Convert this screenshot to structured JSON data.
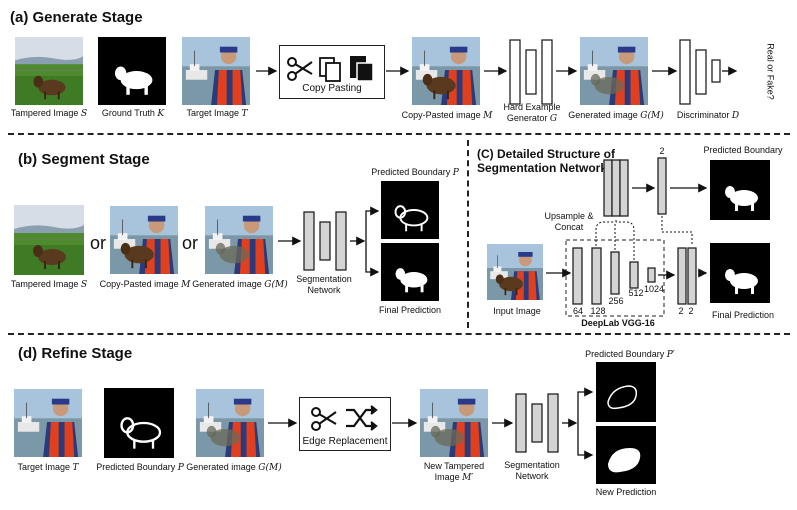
{
  "sections": {
    "a": {
      "title": "(a) Generate Stage"
    },
    "b": {
      "title": "(b) Segment Stage"
    },
    "c": {
      "title_line1": "(C) Detailed Structure of",
      "title_line2": "Segmentation Network"
    },
    "d": {
      "title": "(d) Refine Stage"
    }
  },
  "a": {
    "tampered": {
      "text": "Tampered Image ",
      "sym": "S"
    },
    "ground_truth": {
      "text": "Ground Truth ",
      "sym": "K"
    },
    "target": {
      "text": "Target Image ",
      "sym": "T"
    },
    "copy_pasting": "Copy Pasting",
    "copy_pasted": {
      "text": "Copy-Pasted image ",
      "sym": "M"
    },
    "hard_example_line1": "Hard Example",
    "hard_example_line2": "Generator ",
    "hard_example_sym": "G",
    "generated": {
      "text": "Generated image ",
      "sym": "G(M)"
    },
    "discriminator": {
      "text": "Discriminator ",
      "sym": "D"
    },
    "real_or_fake": "Real or Fake?"
  },
  "b": {
    "tampered": {
      "text": "Tampered Image ",
      "sym": "S"
    },
    "or1": "or",
    "or2": "or",
    "copy_pasted": {
      "text": "Copy-Pasted image ",
      "sym": "M"
    },
    "generated": {
      "text": "Generated image ",
      "sym": "G(M)"
    },
    "seg_net_line1": "Segmentation",
    "seg_net_line2": "Network",
    "predicted_boundary": {
      "text": "Predicted Boundary ",
      "sym": "P"
    },
    "final_prediction": "Final Prediction"
  },
  "c": {
    "predicted_boundary": "Predicted Boundary",
    "upsample_line1": "Upsample &",
    "upsample_line2": "Concat",
    "top_two": "2",
    "input_image": "Input Image",
    "ch64": "64",
    "ch128": "128",
    "ch256": "256",
    "ch512": "512",
    "ch1024": "1024",
    "ch2a": "2",
    "ch2b": "2",
    "deeplab": "DeepLab VGG-16",
    "final_prediction": "Final Prediction"
  },
  "d": {
    "target": {
      "text": "Target Image ",
      "sym": "T"
    },
    "predicted_boundary": {
      "text": "Predicted Boundary ",
      "sym": "P"
    },
    "generated": {
      "text": "Generated image ",
      "sym": "G(M)"
    },
    "edge_replacement": "Edge Replacement",
    "new_tampered_line1": "New Tampered",
    "new_tampered_line2": "Image ",
    "new_tampered_sym": "M′",
    "seg_net_line1": "Segmentation",
    "seg_net_line2": "Network",
    "predicted_boundary_out": {
      "text": "Predicted Boundary ",
      "sym": "P′"
    },
    "new_prediction": "New Prediction"
  },
  "icons": [
    "scissors-icon",
    "copy-icon",
    "paste-icon",
    "shuffle-icon"
  ]
}
